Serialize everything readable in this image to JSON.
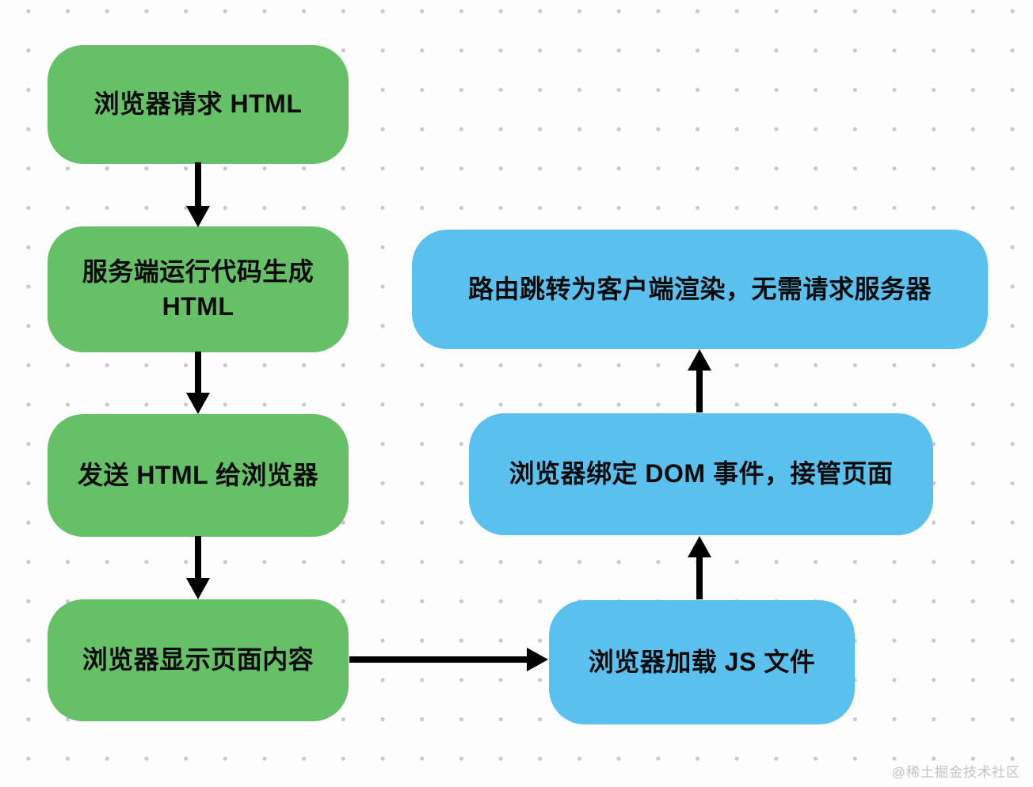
{
  "diagram": {
    "title_implied": "",
    "colors": {
      "server_step_fill": "#66c068",
      "client_step_fill": "#5ac1ef",
      "arrow": "#000000",
      "grid_dot": "#c9c9c9",
      "background": "#fdfdfd",
      "text": "#0a0a0a"
    },
    "green_steps": [
      {
        "label": "浏览器请求 HTML"
      },
      {
        "label": "服务端运行代码生成 HTML"
      },
      {
        "label": "发送 HTML 给浏览器"
      },
      {
        "label": "浏览器显示页面内容"
      }
    ],
    "blue_steps": [
      {
        "label": "浏览器加载 JS 文件"
      },
      {
        "label": "浏览器绑定 DOM 事件，接管页面"
      },
      {
        "label": "路由跳转为客户端渲染，无需请求服务器"
      }
    ],
    "connections": [
      {
        "from": "浏览器请求 HTML",
        "to": "服务端运行代码生成 HTML",
        "direction": "down"
      },
      {
        "from": "服务端运行代码生成 HTML",
        "to": "发送 HTML 给浏览器",
        "direction": "down"
      },
      {
        "from": "发送 HTML 给浏览器",
        "to": "浏览器显示页面内容",
        "direction": "down"
      },
      {
        "from": "浏览器显示页面内容",
        "to": "浏览器加载 JS 文件",
        "direction": "right"
      },
      {
        "from": "浏览器加载 JS 文件",
        "to": "浏览器绑定 DOM 事件，接管页面",
        "direction": "up"
      },
      {
        "from": "浏览器绑定 DOM 事件，接管页面",
        "to": "路由跳转为客户端渲染，无需请求服务器",
        "direction": "up"
      }
    ]
  },
  "watermark": "@稀土掘金技术社区"
}
